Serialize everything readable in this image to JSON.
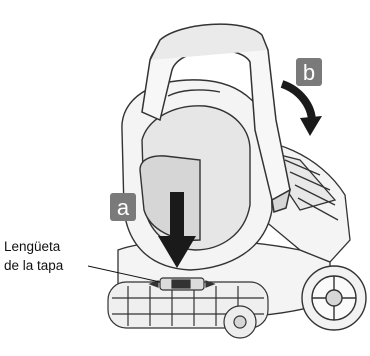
{
  "diagram": {
    "callouts": [
      {
        "id": "a",
        "label": "a"
      },
      {
        "id": "b",
        "label": "b"
      }
    ],
    "part_label": {
      "line1": "Lengüeta",
      "line2": "de la tapa"
    },
    "colors": {
      "callout_bg": "#7a7a7a",
      "arrow": "#1a1a1a",
      "outline": "#333333",
      "body_fill": "#f4f4f4",
      "shade_fill": "#d6d6d6"
    }
  }
}
